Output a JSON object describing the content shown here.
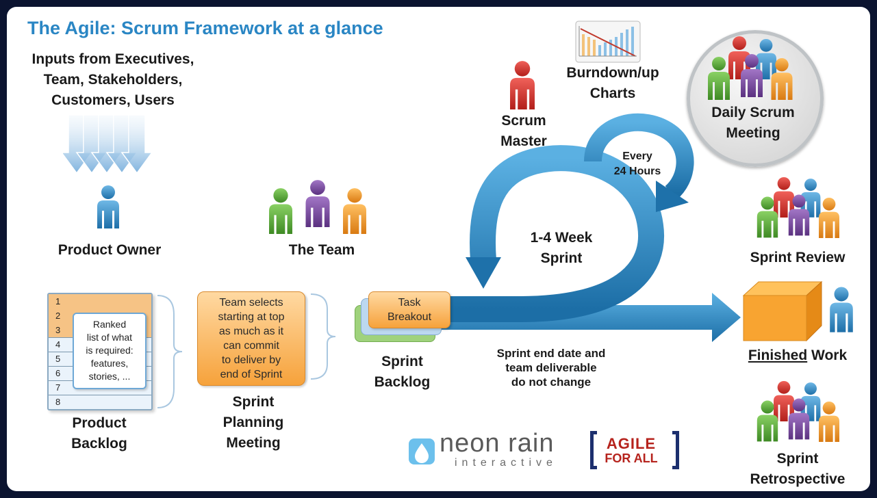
{
  "title": "The Agile: Scrum Framework at a glance",
  "inputs": {
    "line1": "Inputs from Executives,",
    "line2": "Team, Stakeholders,",
    "line3": "Customers, Users"
  },
  "roles": {
    "product_owner": "Product Owner",
    "the_team": "The Team",
    "scrum_master_line1": "Scrum",
    "scrum_master_line2": "Master"
  },
  "burndown": {
    "line1": "Burndown/up",
    "line2": "Charts"
  },
  "daily_scrum": {
    "line1": "Daily Scrum",
    "line2": "Meeting"
  },
  "every24": {
    "line1": "Every",
    "line2": "24 Hours"
  },
  "sprint": {
    "line1": "1-4 Week",
    "line2": "Sprint"
  },
  "product_backlog": {
    "rows": [
      "1",
      "2",
      "3",
      "4",
      "5",
      "6",
      "7",
      "8"
    ],
    "note": [
      "Ranked",
      "list of what",
      "is required:",
      "features,",
      "stories, ..."
    ],
    "label1": "Product",
    "label2": "Backlog"
  },
  "sprint_planning": {
    "box": [
      "Team selects",
      "starting at top",
      "as much as it",
      "can commit",
      "to deliver by",
      "end of Sprint"
    ],
    "label1": "Sprint",
    "label2": "Planning",
    "label3": "Meeting"
  },
  "sprint_backlog": {
    "task1": "Task",
    "task2": "Breakout",
    "label1": "Sprint",
    "label2": "Backlog"
  },
  "sprint_end": {
    "line1": "Sprint end date and",
    "line2": "team deliverable",
    "line3": "do not change"
  },
  "sprint_review": "Sprint Review",
  "finished_work": {
    "finished": "Finished",
    "work": " Work"
  },
  "sprint_retro": {
    "line1": "Sprint",
    "line2": "Retrospective"
  },
  "logos": {
    "neon_rain_main": "neon rain",
    "neon_rain_sub": "interactive",
    "agile_line1": "AGILE",
    "agile_line2": "FOR ALL"
  },
  "colors": {
    "accent_blue": "#2a86c4",
    "arrow_blue": "#2f8fcb",
    "person_red": "#d8302c",
    "person_green": "#5aa83a",
    "person_purple": "#7a4a9e",
    "person_orange": "#ee9a2c",
    "person_blue": "#2f86c6",
    "box_orange": "#f6a23b"
  },
  "icons": [
    "person-icon",
    "team-icon",
    "burndown-chart-icon",
    "water-drop-icon",
    "box-icon",
    "down-arrows-icon"
  ]
}
